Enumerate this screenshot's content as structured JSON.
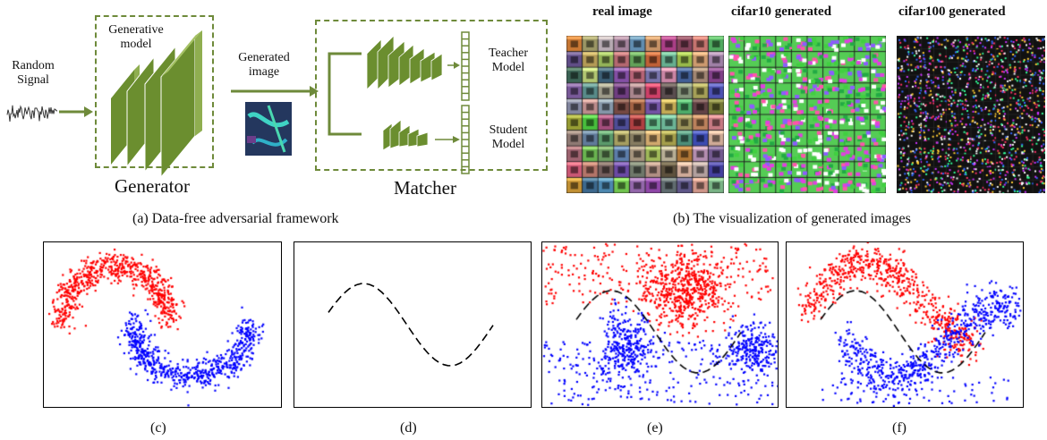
{
  "framework": {
    "random_signal_line1": "Random",
    "random_signal_line2": "Signal",
    "generative_model_line1": "Generative",
    "generative_model_line2": "model",
    "generated_image_line1": "Generated",
    "generated_image_line2": "image",
    "teacher_line1": "Teacher",
    "teacher_line2": "Model",
    "student_line1": "Student",
    "student_line2": "Model",
    "generator_title": "Generator",
    "matcher_title": "Matcher",
    "caption": "(a)  Data-free adversarial framework",
    "accent_color": "#6e8a3a"
  },
  "visualization": {
    "headers": [
      "real image",
      "cifar10 generated",
      "cifar100 generated"
    ],
    "caption": "(b)  The visualization of generated images"
  },
  "panels": [
    {
      "caption": "(c)"
    },
    {
      "caption": "(d)"
    },
    {
      "caption": "(e)"
    },
    {
      "caption": "(f)"
    }
  ],
  "colors": {
    "class_a": "#ff0000",
    "class_b": "#0000ff"
  }
}
